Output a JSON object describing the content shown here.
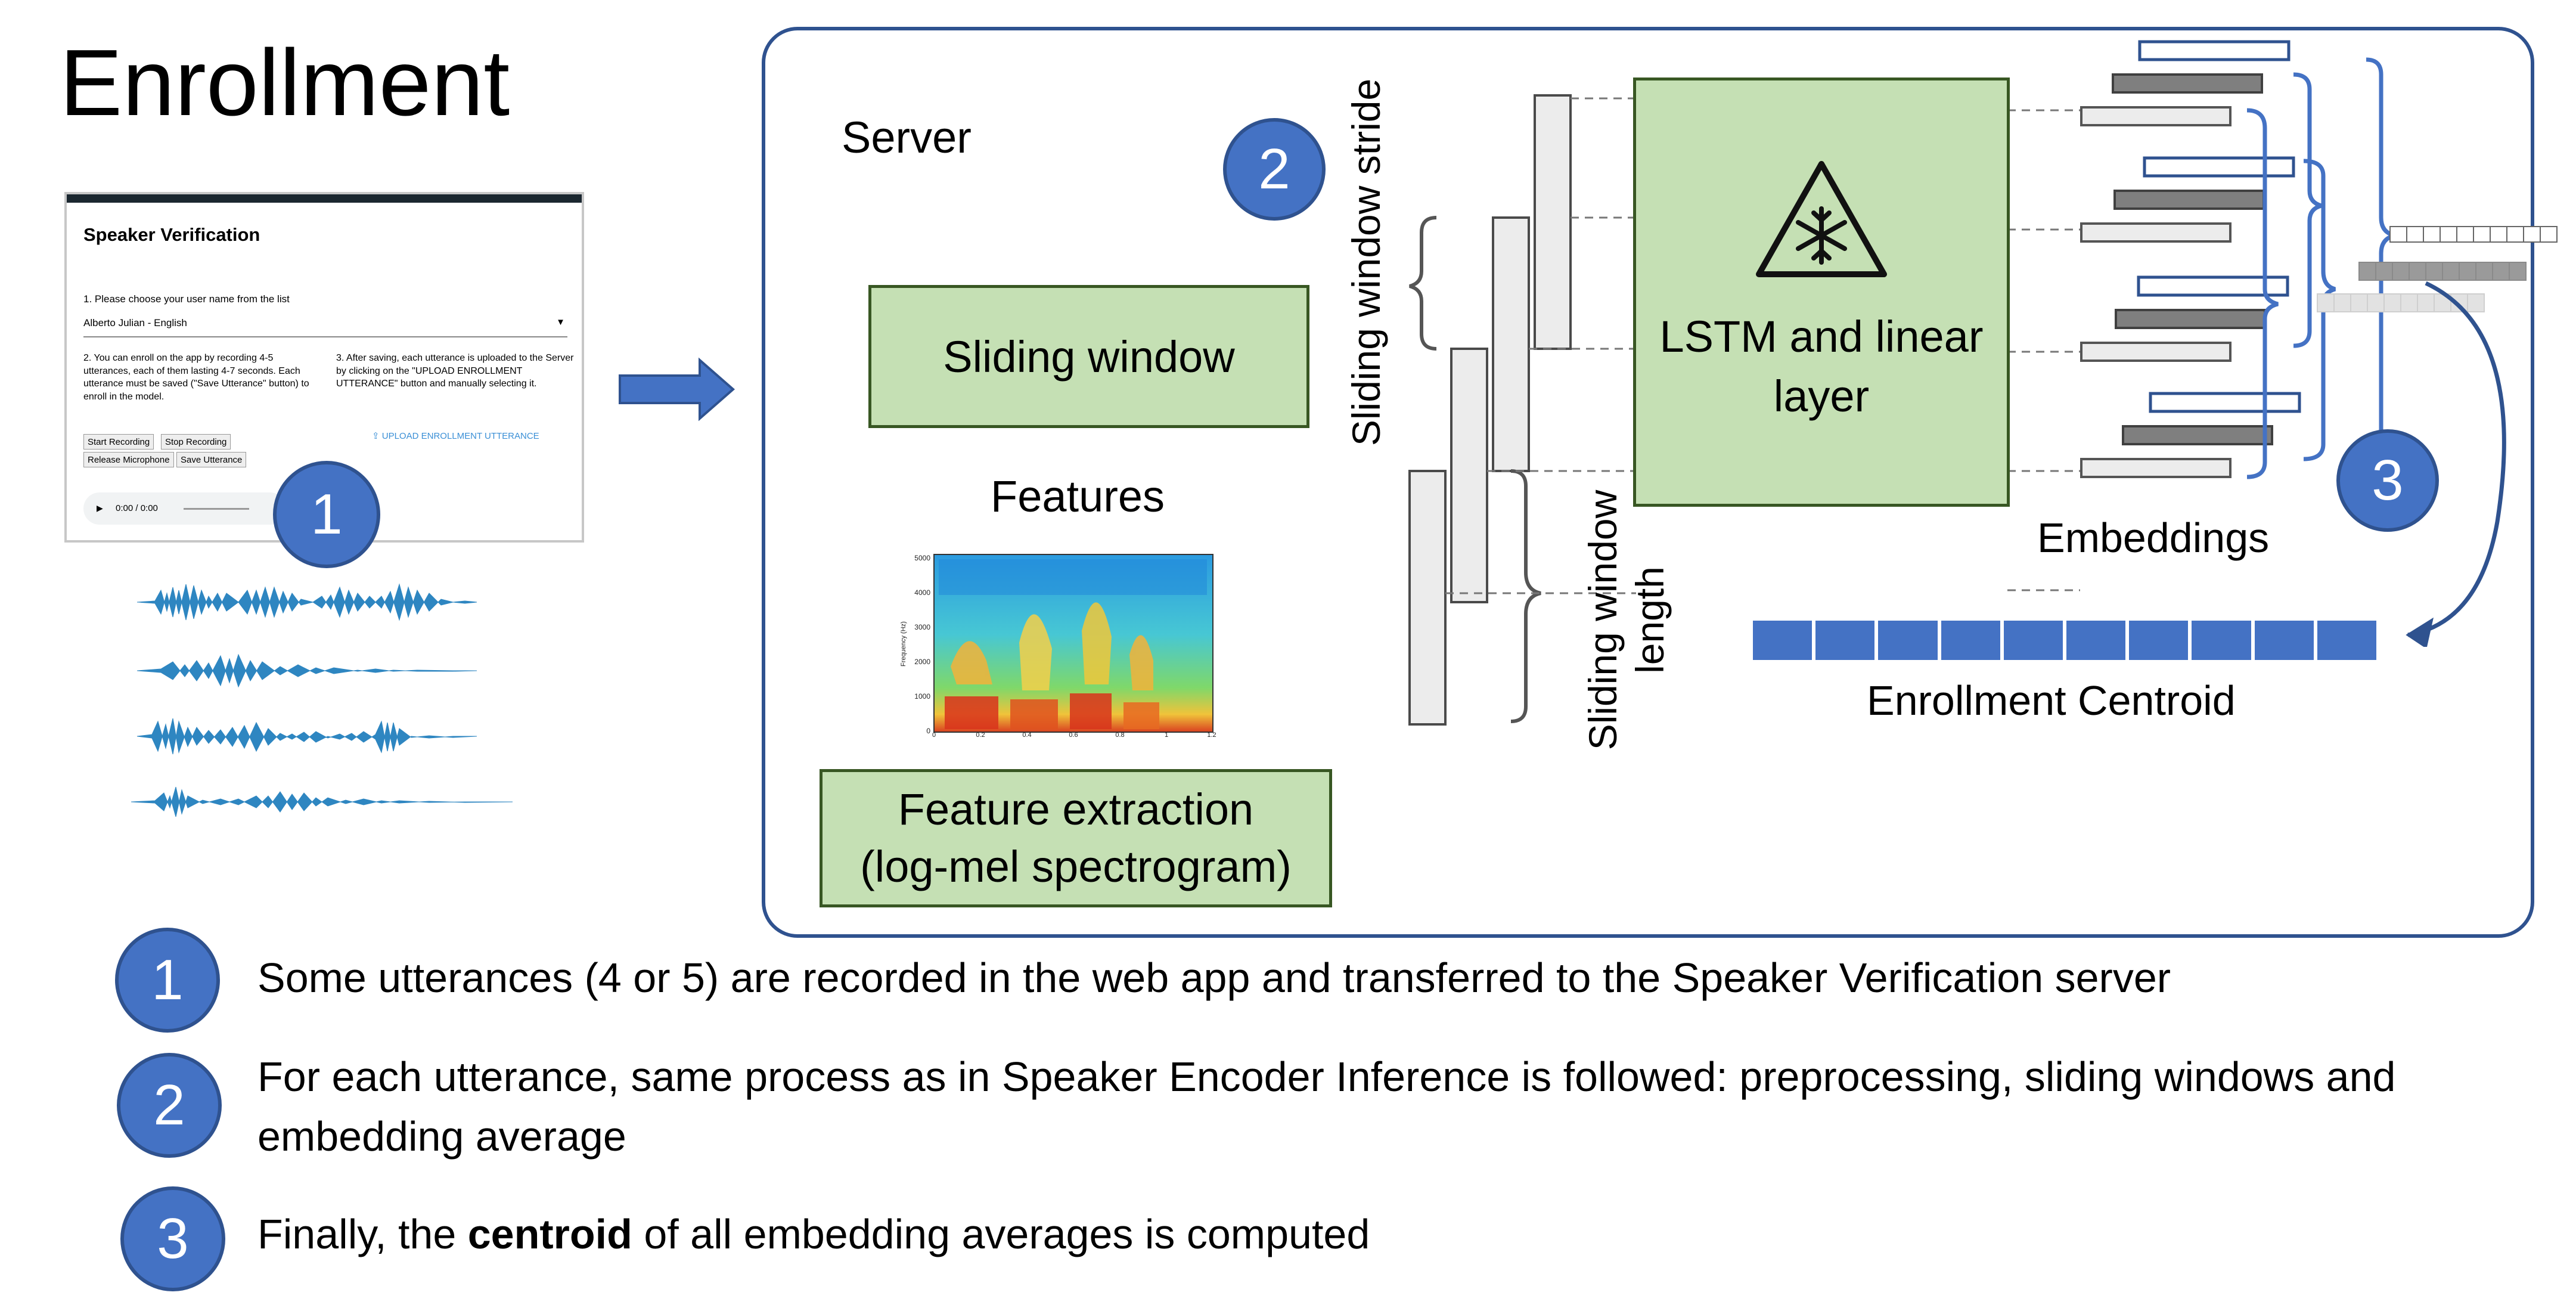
{
  "page": {
    "title": "Enrollment",
    "server_label": "Server",
    "sliding_window_label": "Sliding window",
    "features_label": "Features",
    "feature_extraction_line1": "Feature extraction",
    "feature_extraction_line2": "(log-mel spectrogram)",
    "stride_label": "Sliding window stride",
    "length_label_line1": "Sliding window",
    "length_label_line2": "length",
    "lstm_line1": "LSTM and linear",
    "lstm_line2": "layer",
    "embeddings_label": "Embeddings",
    "centroid_label": "Enrollment Centroid"
  },
  "app": {
    "title": "Speaker Verification",
    "step1": "1. Please choose your user name from the list",
    "selected_user": "Alberto Julian - English",
    "step2": "2. You can enroll on the app by recording 4-5 utterances, each of them lasting 4-7 seconds. Each utterance must be saved (\"Save Utterance\" button) to enroll in the model.",
    "step3": "3. After saving, each utterance is uploaded to the Server by clicking on the \"UPLOAD ENROLLMENT UTTERANCE\" button and manually selecting it.",
    "btn_start": "Start Recording",
    "btn_stop": "Stop Recording",
    "btn_release": "Release Microphone",
    "btn_save": "Save Utterance",
    "upload": "UPLOAD ENROLLMENT UTTERANCE",
    "audio_time": "0:00 / 0:00"
  },
  "markers": {
    "m1": "1",
    "m2": "2",
    "m3": "3"
  },
  "spectrogram": {
    "y_axis_label": "Frequency (Hz)",
    "y_ticks": [
      "5000",
      "4000",
      "3000",
      "2000",
      "1000",
      "0"
    ],
    "x_ticks": [
      "0",
      "0.2",
      "0.4",
      "0.6",
      "0.8",
      "1",
      "1.2"
    ]
  },
  "legend": [
    {
      "num": "1",
      "text": "Some utterances (4 or 5) are recorded in the web app and transferred to the Speaker Verification server"
    },
    {
      "num": "2",
      "text_line1": "For each utterance, same process as in Speaker Encoder Inference is followed: preprocessing, sliding windows and",
      "text_line2": "embedding average"
    },
    {
      "num": "3",
      "prefix": "Finally, the ",
      "bold": "centroid",
      "suffix": " of all embedding averages is computed"
    }
  ],
  "colors": {
    "accent": "#4472c4",
    "accent_dark": "#2f528f",
    "green_fill": "#c5e0b4",
    "green_border": "#385723",
    "wave": "#2e86c1"
  },
  "icons": {
    "frozen_layer": "snowflake-warning-icon"
  }
}
